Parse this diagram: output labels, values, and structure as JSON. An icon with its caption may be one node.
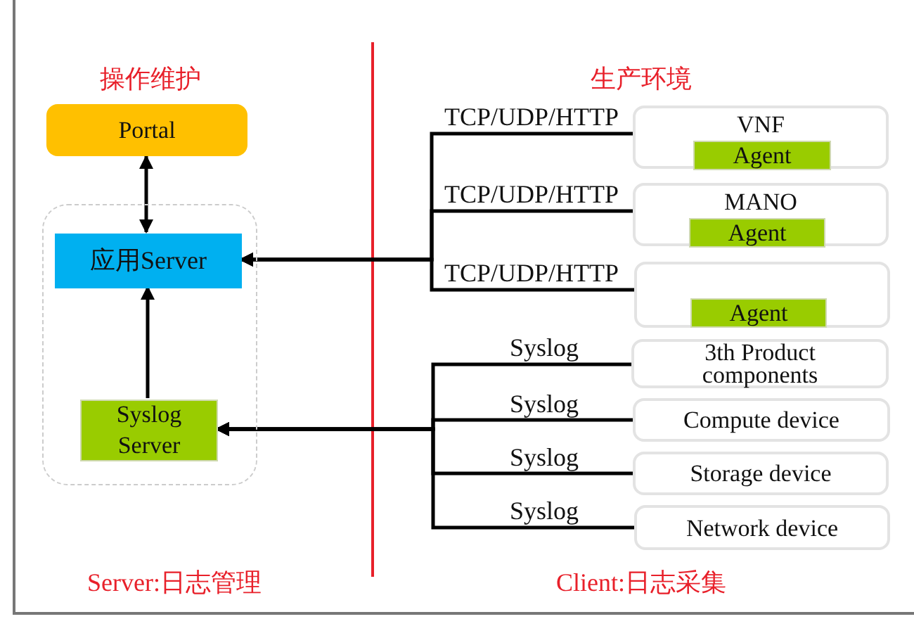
{
  "diagram": {
    "nodes": [
      {
        "text": [
          "Portal"
        ]
      },
      {
        "text": [],
        "shape": "box"
      },
      {
        "text": [
          "应用Server"
        ],
        "in": 1
      },
      {
        "text": [
          "Syslog Server"
        ],
        "in": 1
      },
      {
        "text": [
          "VNF"
        ]
      },
      {
        "text": [
          "Agent"
        ],
        "in": 4
      },
      {
        "text": [
          "MANO"
        ]
      },
      {
        "text": [
          "Agent"
        ],
        "in": 6
      },
      {
        "text": [],
        "shape": "box"
      },
      {
        "text": [
          "Agent"
        ],
        "in": 8
      },
      {
        "text": [
          "3th Product components"
        ]
      },
      {
        "text": [
          "Compute device"
        ]
      },
      {
        "text": [
          "Storage device"
        ]
      },
      {
        "text": [
          "Network device"
        ]
      }
    ],
    "edges": [
      {
        "from": 0,
        "to": 2,
        "arrow": "both"
      },
      {
        "from": 3,
        "to": 2,
        "arrow": "to"
      },
      {
        "from": 4,
        "to": 2,
        "arrow": "to",
        "label": "TCP/UDP/HTTP"
      },
      {
        "from": 6,
        "to": 2,
        "arrow": "to",
        "label": "TCP/UDP/HTTP"
      },
      {
        "from": 8,
        "to": 2,
        "arrow": "to",
        "label": "TCP/UDP/HTTP"
      },
      {
        "from": 10,
        "to": 3,
        "arrow": "to",
        "label": "Syslog"
      },
      {
        "from": 11,
        "to": 3,
        "arrow": "to",
        "label": "Syslog"
      },
      {
        "from": 12,
        "to": 3,
        "arrow": "to",
        "label": "Syslog"
      },
      {
        "from": 13,
        "to": 3,
        "arrow": "to",
        "label": "Syslog"
      }
    ],
    "labels": [
      "操作维护",
      "生产环境",
      "Server:日志管理",
      "Client:日志采集"
    ]
  }
}
